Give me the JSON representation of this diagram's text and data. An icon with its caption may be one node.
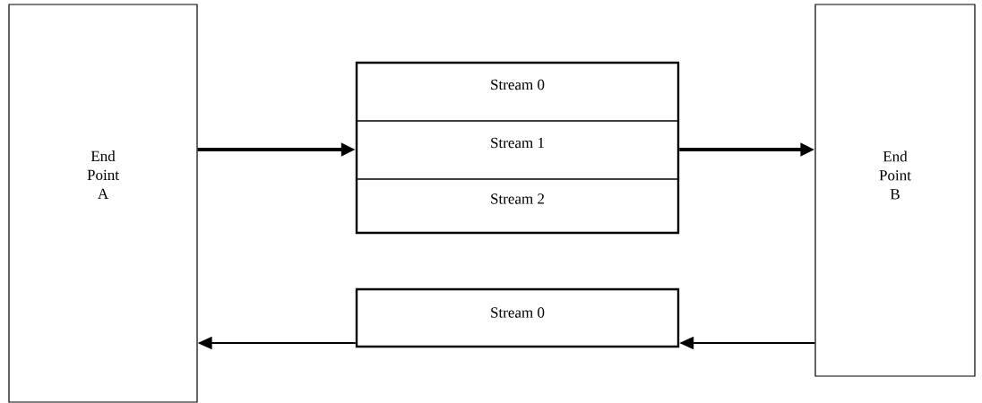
{
  "diagram": {
    "nodes": [
      {
        "text": [
          "End Point A"
        ]
      },
      {
        "text": [],
        "shape": "box"
      },
      {
        "text": [
          "Stream 0"
        ],
        "in": 1
      },
      {
        "text": [
          "Stream 1"
        ],
        "in": 1
      },
      {
        "text": [
          "Stream 2"
        ],
        "in": 1
      },
      {
        "text": [
          "End Point B"
        ]
      },
      {
        "text": [
          "Stream 0"
        ]
      }
    ],
    "edges": [
      {
        "from": 0,
        "to": 1,
        "arrow": "to",
        "style": "thick"
      },
      {
        "from": 1,
        "to": 5,
        "arrow": "to",
        "style": "thick"
      },
      {
        "from": 5,
        "to": 6,
        "arrow": "to"
      },
      {
        "from": 6,
        "to": 0,
        "arrow": "to"
      }
    ]
  }
}
